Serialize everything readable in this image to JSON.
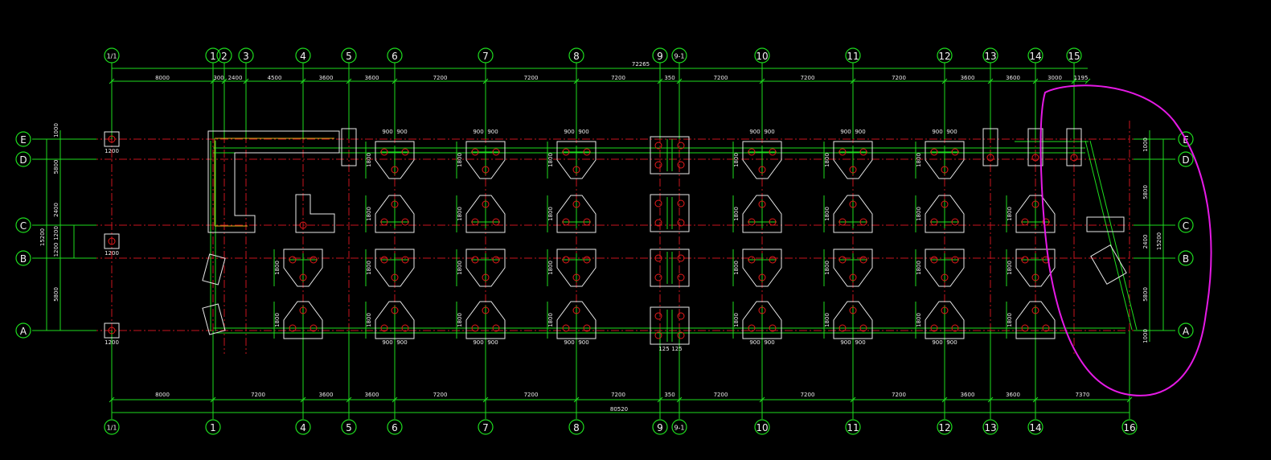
{
  "drawing": {
    "background": "#000000",
    "colors": {
      "axis_line": "#c8141e",
      "dimension_line": "#1edd1e",
      "outline": "#e8e8e8",
      "annotation_circle": "#e51ae5"
    },
    "column_axes": [
      {
        "label": "1/1"
      },
      {
        "label": "1"
      },
      {
        "label": "2"
      },
      {
        "label": "3"
      },
      {
        "label": "4"
      },
      {
        "label": "5"
      },
      {
        "label": "6"
      },
      {
        "label": "7"
      },
      {
        "label": "8"
      },
      {
        "label": "9"
      },
      {
        "label": "9-1"
      },
      {
        "label": "10"
      },
      {
        "label": "11"
      },
      {
        "label": "12"
      },
      {
        "label": "13"
      },
      {
        "label": "14"
      },
      {
        "label": "15"
      },
      {
        "label": "16"
      }
    ],
    "top_bubbles": [
      "1/1",
      "1",
      "2",
      "3",
      "4",
      "5",
      "6",
      "7",
      "8",
      "9",
      "9-1",
      "10",
      "11",
      "12",
      "13",
      "14",
      "15"
    ],
    "bottom_bubbles": [
      "1/1",
      "1",
      "4",
      "5",
      "6",
      "7",
      "8",
      "9",
      "9-1",
      "10",
      "11",
      "12",
      "13",
      "14",
      "16"
    ],
    "row_axes": [
      "E",
      "D",
      "C",
      "B",
      "A"
    ],
    "top_dimensions": {
      "overall": "72265",
      "segments": [
        "8000",
        "300",
        "2400",
        "4500",
        "3600",
        "3600",
        "7200",
        "7200",
        "7200",
        "350",
        "7200",
        "7200",
        "7200",
        "3600",
        "3600",
        "3000",
        "1195"
      ]
    },
    "bottom_dimensions": {
      "overall": "80520",
      "segments": [
        "8000",
        "7200",
        "3600",
        "3600",
        "7200",
        "7200",
        "7200",
        "350",
        "7200",
        "7200",
        "7200",
        "3600",
        "3600",
        "7370"
      ]
    },
    "left_dimensions": {
      "overall": "15200",
      "segments": [
        "1000",
        "5800",
        "2400",
        "1200",
        "1200",
        "5800"
      ]
    },
    "right_dimensions": {
      "overall": "15200",
      "segments": [
        "1000",
        "5800",
        "2400",
        "5800",
        "1000"
      ]
    },
    "footing_labels": {
      "width_pair": "900",
      "height": "1800",
      "pad_size": "1200",
      "middle_pair": "125"
    }
  }
}
